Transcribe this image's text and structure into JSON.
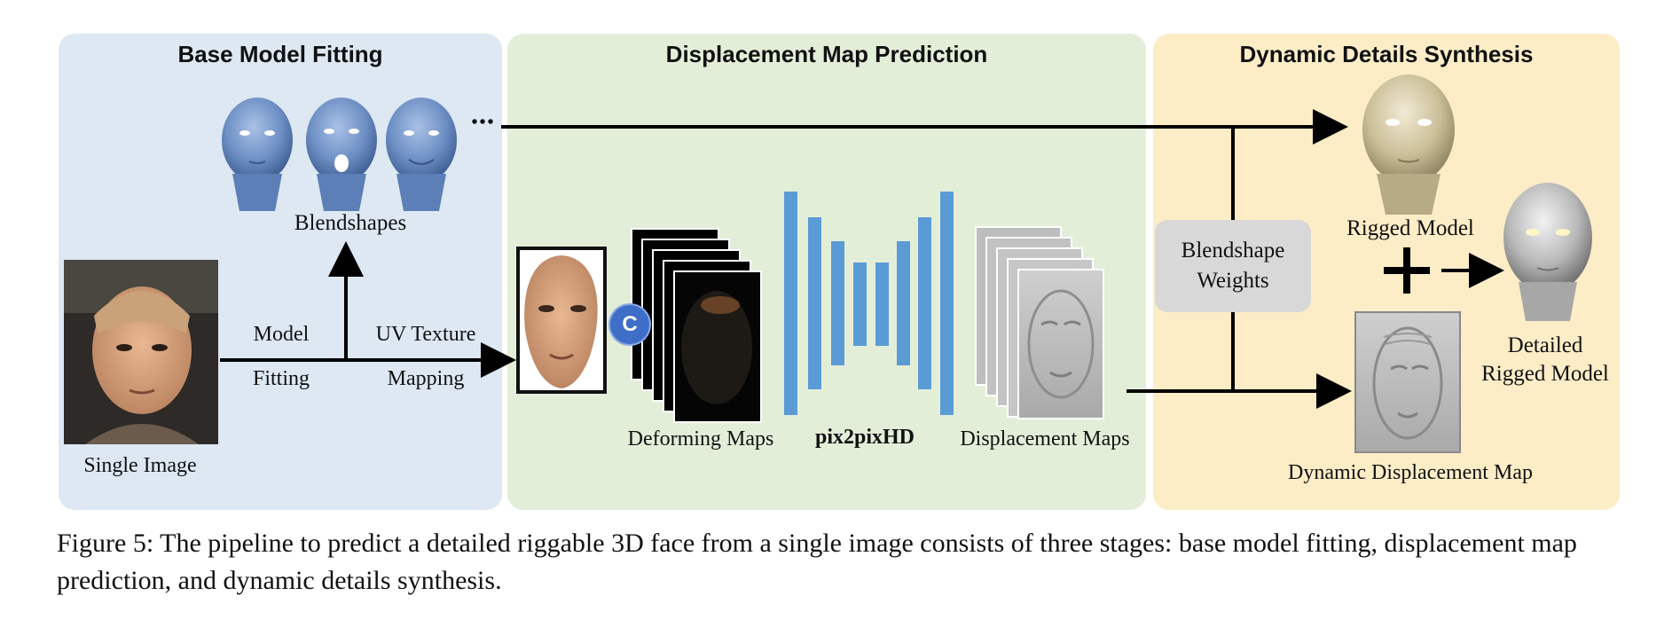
{
  "panels": {
    "base": {
      "title": "Base Model Fitting"
    },
    "displacement": {
      "title": "Displacement Map Prediction"
    },
    "dynamic": {
      "title": "Dynamic Details Synthesis"
    }
  },
  "labels": {
    "blendshapes": "Blendshapes",
    "ellipsis": "•••",
    "single_image": "Single Image",
    "model": "Model",
    "fitting": "Fitting",
    "uv_texture": "UV Texture",
    "mapping": "Mapping",
    "concat": "C",
    "deforming_maps": "Deforming Maps",
    "pix2pixhd": "pix2pixHD",
    "displacement_maps": "Displacement Maps",
    "blendshape_weights_1": "Blendshape",
    "blendshape_weights_2": "Weights",
    "rigged_model": "Rigged Model",
    "detailed_1": "Detailed",
    "detailed_2": "Rigged Model",
    "dynamic_displacement_map": "Dynamic Displacement Map",
    "plus": "+"
  },
  "caption": "Figure 5: The pipeline to predict a detailed riggable 3D face from a single image consists of three stages: base model fitting, displacement map prediction, and dynamic details synthesis.",
  "colors": {
    "panel_base": "#dde8f3",
    "panel_displacement": "#e3eed9",
    "panel_dynamic": "#fcedc7",
    "network_bars": "#5b9bd5",
    "blendshape_heads": "#6d8fc4",
    "rigged_head": "#d9cfae",
    "concat_badge": "#3e6ec7"
  }
}
